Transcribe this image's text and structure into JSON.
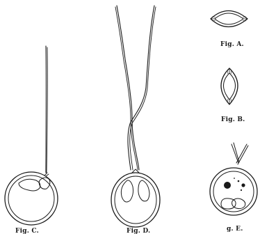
{
  "figures": {
    "fig_a": {
      "caption": "Fig. A."
    },
    "fig_b": {
      "caption": "Fig. B."
    },
    "fig_c": {
      "caption": "Fig. C."
    },
    "fig_d": {
      "caption": "Fig. D."
    },
    "fig_e": {
      "caption": "g. E."
    }
  },
  "colors": {
    "ink": "#1a1a1a",
    "paper": "#ffffff"
  }
}
